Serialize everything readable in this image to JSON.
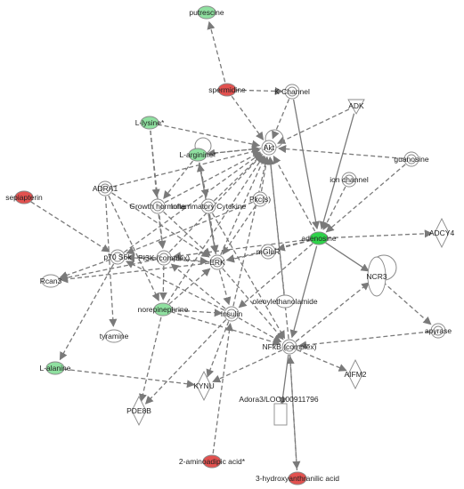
{
  "palette": {
    "up_strong": "#e2514f",
    "up": "#f08a88",
    "down_strong": "#2fd24a",
    "down": "#8fe0a0",
    "neutral": "#ffffff",
    "edge": "#7a7a7a"
  },
  "nodes": [
    {
      "id": "putrescine",
      "label": "putrescine",
      "shape": "ellipse",
      "color": "down"
    },
    {
      "id": "spermidine",
      "label": "spermidine",
      "shape": "ellipse",
      "color": "up_strong"
    },
    {
      "id": "kchannel",
      "label": "K Channel",
      "shape": "ring",
      "color": "neutral"
    },
    {
      "id": "adk",
      "label": "ADK",
      "shape": "triangle-down",
      "color": "neutral"
    },
    {
      "id": "llysine",
      "label": "L-lysine*",
      "shape": "ellipse",
      "color": "down"
    },
    {
      "id": "akt",
      "label": "Akt",
      "shape": "ring",
      "color": "neutral"
    },
    {
      "id": "larginine",
      "label": "L-arginine*",
      "shape": "ellipse",
      "color": "down"
    },
    {
      "id": "guanosine",
      "label": "guanosine",
      "shape": "ring",
      "color": "neutral"
    },
    {
      "id": "sepiapterin",
      "label": "sepiapterin",
      "shape": "ellipse",
      "color": "up_strong"
    },
    {
      "id": "adra1",
      "label": "ADRA1",
      "shape": "ring",
      "color": "neutral"
    },
    {
      "id": "pkcs",
      "label": "Pkc(s)",
      "shape": "ring",
      "color": "neutral"
    },
    {
      "id": "ionchannel",
      "label": "ion channel",
      "shape": "ring",
      "color": "neutral"
    },
    {
      "id": "growthhormone",
      "label": "Growth hormone",
      "shape": "ring",
      "color": "neutral"
    },
    {
      "id": "inflammatorycytokine",
      "label": "Inflammatory Cytokine",
      "shape": "ring",
      "color": "neutral"
    },
    {
      "id": "adcy4",
      "label": "ADCY4",
      "shape": "diamond",
      "color": "neutral"
    },
    {
      "id": "adenosine",
      "label": "adenosine",
      "shape": "ellipse",
      "color": "down_strong"
    },
    {
      "id": "p70s6k",
      "label": "p70 S6k",
      "shape": "ring",
      "color": "neutral"
    },
    {
      "id": "pi3k",
      "label": "PI3K (complex)",
      "shape": "ring",
      "color": "neutral"
    },
    {
      "id": "erk",
      "label": "ERK",
      "shape": "ring",
      "color": "neutral"
    },
    {
      "id": "mglur",
      "label": "mGluR",
      "shape": "ring",
      "color": "neutral"
    },
    {
      "id": "ncr3",
      "label": "NCR3",
      "shape": "ellipse-tall",
      "color": "neutral"
    },
    {
      "id": "rcan3",
      "label": "Rcan3",
      "shape": "ellipse",
      "color": "neutral"
    },
    {
      "id": "oleoylethanolamide",
      "label": "oleoylethanolamide",
      "shape": "ellipse",
      "color": "neutral"
    },
    {
      "id": "norepinephrine",
      "label": "norepinephrine",
      "shape": "ellipse",
      "color": "down"
    },
    {
      "id": "insulin",
      "label": "Insulin",
      "shape": "ring",
      "color": "neutral"
    },
    {
      "id": "apyrase",
      "label": "apyrase",
      "shape": "ring",
      "color": "neutral"
    },
    {
      "id": "tyramine",
      "label": "tyramine",
      "shape": "ellipse",
      "color": "neutral"
    },
    {
      "id": "nfkb",
      "label": "NFkB (complex)",
      "shape": "ring",
      "color": "neutral"
    },
    {
      "id": "lalanine",
      "label": "L-alanine",
      "shape": "ellipse",
      "color": "down"
    },
    {
      "id": "kynu",
      "label": "KYNU",
      "shape": "diamond",
      "color": "neutral"
    },
    {
      "id": "aifm2",
      "label": "AIFM2",
      "shape": "diamond",
      "color": "neutral"
    },
    {
      "id": "pde8b",
      "label": "PDE8B",
      "shape": "diamond",
      "color": "neutral"
    },
    {
      "id": "adora3",
      "label": "Adora3/LOC100911796",
      "shape": "rect",
      "color": "neutral"
    },
    {
      "id": "aminoadipic",
      "label": "2-aminoadipic acid*",
      "shape": "ellipse",
      "color": "up_strong"
    },
    {
      "id": "hydroxyanthranilic",
      "label": "3-hydroxyanthranilic acid",
      "shape": "ellipse",
      "color": "up_strong"
    }
  ],
  "edges": [
    [
      "spermidine",
      "putrescine",
      "dashed"
    ],
    [
      "spermidine",
      "kchannel",
      "dashed"
    ],
    [
      "spermidine",
      "akt",
      "dashed"
    ],
    [
      "adk",
      "akt",
      "dashed"
    ],
    [
      "adk",
      "adenosine",
      "solid"
    ],
    [
      "kchannel",
      "adenosine",
      "solid"
    ],
    [
      "kchannel",
      "akt",
      "dashed"
    ],
    [
      "llysine",
      "akt",
      "dashed"
    ],
    [
      "llysine",
      "growthhormone",
      "dashed"
    ],
    [
      "llysine",
      "pi3k",
      "dashed"
    ],
    [
      "larginine",
      "akt",
      "dashed"
    ],
    [
      "larginine",
      "inflammatorycytokine",
      "dashed"
    ],
    [
      "larginine",
      "growthhormone",
      "dashed"
    ],
    [
      "larginine",
      "erk",
      "dashed"
    ],
    [
      "guanosine",
      "akt",
      "dashed"
    ],
    [
      "guanosine",
      "adenosine",
      "dashed"
    ],
    [
      "sepiapterin",
      "p70s6k",
      "dashed"
    ],
    [
      "adra1",
      "akt",
      "dashed"
    ],
    [
      "adra1",
      "erk",
      "dashed"
    ],
    [
      "adra1",
      "norepinephrine",
      "dashed"
    ],
    [
      "adra1",
      "tyramine",
      "dashed"
    ],
    [
      "pkcs",
      "akt",
      "dashed"
    ],
    [
      "pkcs",
      "erk",
      "dashed"
    ],
    [
      "pkcs",
      "p70s6k",
      "dashed"
    ],
    [
      "ionchannel",
      "adenosine",
      "dashed"
    ],
    [
      "growthhormone",
      "akt",
      "dashed"
    ],
    [
      "growthhormone",
      "pi3k",
      "dashed"
    ],
    [
      "growthhormone",
      "erk",
      "dashed"
    ],
    [
      "inflammatorycytokine",
      "akt",
      "dashed"
    ],
    [
      "inflammatorycytokine",
      "nfkb",
      "dashed"
    ],
    [
      "inflammatorycytokine",
      "erk",
      "dashed"
    ],
    [
      "adenosine",
      "akt",
      "dashed"
    ],
    [
      "adenosine",
      "adcy4",
      "dashed"
    ],
    [
      "adenosine",
      "erk",
      "dashed"
    ],
    [
      "adenosine",
      "pi3k",
      "dashed"
    ],
    [
      "adenosine",
      "ncr3",
      "solid"
    ],
    [
      "adenosine",
      "nfkb",
      "solid"
    ],
    [
      "adenosine",
      "insulin",
      "dashed"
    ],
    [
      "adenosine",
      "mglur",
      "dashed"
    ],
    [
      "mglur",
      "erk",
      "dashed"
    ],
    [
      "p70s6k",
      "akt",
      "dashed"
    ],
    [
      "p70s6k",
      "rcan3",
      "dashed"
    ],
    [
      "p70s6k",
      "lalanine",
      "dashed"
    ],
    [
      "pi3k",
      "akt",
      "dashed"
    ],
    [
      "pi3k",
      "p70s6k",
      "dashed"
    ],
    [
      "pi3k",
      "erk",
      "dashed"
    ],
    [
      "pi3k",
      "norepinephrine",
      "dashed"
    ],
    [
      "pi3k",
      "rcan3",
      "dashed"
    ],
    [
      "erk",
      "akt",
      "dashed"
    ],
    [
      "erk",
      "p70s6k",
      "dashed"
    ],
    [
      "erk",
      "nfkb",
      "dashed"
    ],
    [
      "erk",
      "insulin",
      "dashed"
    ],
    [
      "erk",
      "rcan3",
      "dashed"
    ],
    [
      "insulin",
      "akt",
      "dashed"
    ],
    [
      "insulin",
      "pi3k",
      "dashed"
    ],
    [
      "insulin",
      "p70s6k",
      "dashed"
    ],
    [
      "insulin",
      "kynu",
      "dashed"
    ],
    [
      "insulin",
      "nfkb",
      "dashed"
    ],
    [
      "insulin",
      "pde8b",
      "dashed"
    ],
    [
      "oleoylethanolamide",
      "akt",
      "dashed"
    ],
    [
      "norepinephrine",
      "akt",
      "dashed"
    ],
    [
      "norepinephrine",
      "erk",
      "dashed"
    ],
    [
      "norepinephrine",
      "pde8b",
      "dashed"
    ],
    [
      "norepinephrine",
      "insulin",
      "dashed"
    ],
    [
      "norepinephrine",
      "nfkb",
      "dashed"
    ],
    [
      "nfkb",
      "akt",
      "dashed"
    ],
    [
      "nfkb",
      "kynu",
      "dashed"
    ],
    [
      "nfkb",
      "aifm2",
      "dashed"
    ],
    [
      "nfkb",
      "adora3",
      "solid"
    ],
    [
      "nfkb",
      "ncr3",
      "dashed"
    ],
    [
      "nfkb",
      "hydroxyanthranilic",
      "dashed"
    ],
    [
      "apyrase",
      "nfkb",
      "dashed"
    ],
    [
      "ncr3",
      "apyrase",
      "dashed"
    ],
    [
      "lalanine",
      "kynu",
      "dashed"
    ],
    [
      "aminoadipic",
      "insulin",
      "dashed"
    ],
    [
      "hydroxyanthranilic",
      "nfkb",
      "dashed"
    ],
    [
      "akt",
      "larginine",
      "dashed"
    ],
    [
      "erk",
      "larginine",
      "dashed"
    ]
  ]
}
